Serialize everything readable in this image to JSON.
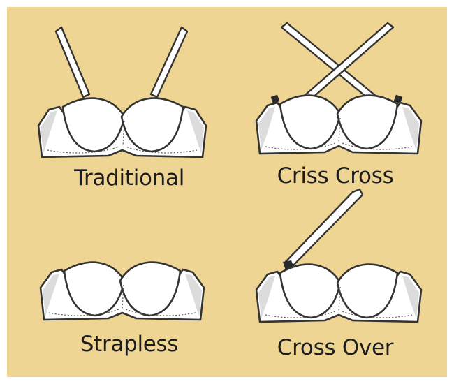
{
  "styles": [
    {
      "name": "Traditional"
    },
    {
      "name": "Criss Cross"
    },
    {
      "name": "Strapless"
    },
    {
      "name": "Cross Over"
    }
  ],
  "colors": {
    "background": "#efd594",
    "outline": "#333333",
    "fabric": "#ffffff"
  }
}
